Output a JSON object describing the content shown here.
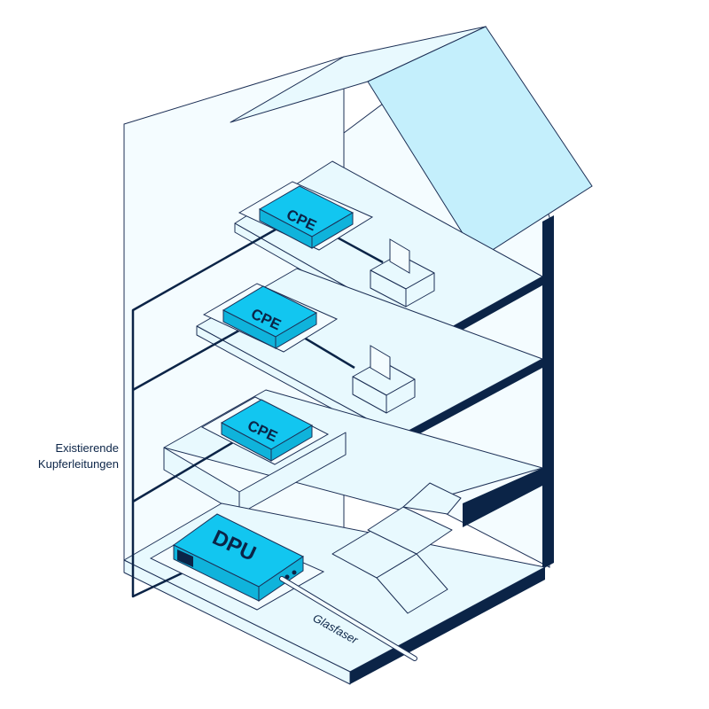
{
  "devices": {
    "cpe_label": "CPE",
    "dpu_label": "DPU"
  },
  "labels": {
    "copper_line1": "Existierende",
    "copper_line2": "Kupferleitungen",
    "fiber": "Glasfaser"
  },
  "colors": {
    "device": "#12c6f0",
    "navy": "#0b2447",
    "roof": "#c4effc",
    "floor": "#e8f9fe"
  }
}
